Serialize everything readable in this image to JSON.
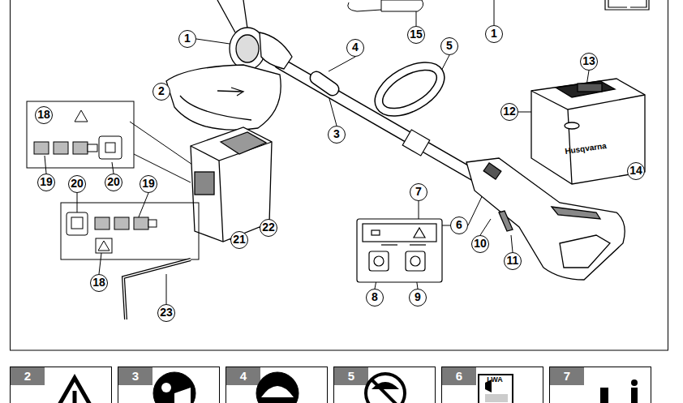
{
  "diagram": {
    "labels": [
      "1",
      "15",
      "1",
      "4",
      "5",
      "13",
      "2",
      "12",
      "18",
      "3",
      "Husqvarna",
      "14",
      "19",
      "20",
      "20",
      "19",
      "7",
      "6",
      "22",
      "21",
      "10",
      "11",
      "18",
      "8",
      "9",
      "23",
      "2",
      "3",
      "4",
      "5",
      "6",
      "7",
      "LWA"
    ]
  }
}
